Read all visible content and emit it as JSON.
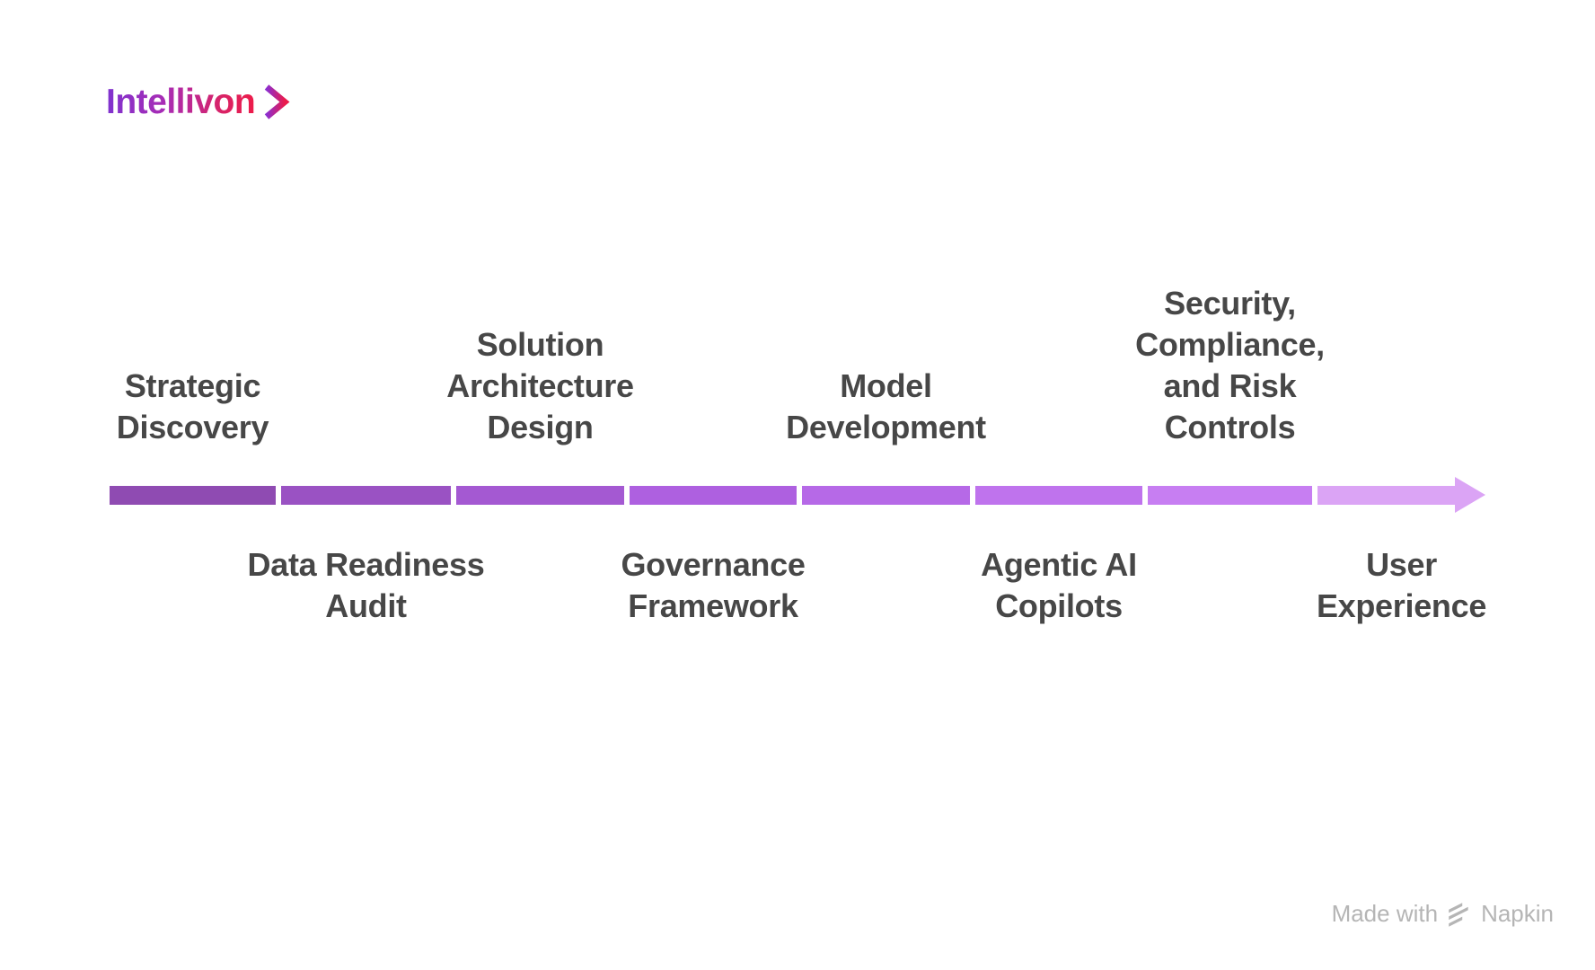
{
  "brand": {
    "name": "Intellivon",
    "chevron_icon": "chevron-right",
    "gradient_start": "#7F33CF",
    "gradient_end": "#ED1B49"
  },
  "timeline": {
    "direction": "left-to-right",
    "bar_gap_color": "#ffffff",
    "label_color": "#474747",
    "phases": [
      {
        "label": "Strategic Discovery",
        "lines": [
          "Strategic",
          "Discovery"
        ],
        "position": "above",
        "color": "#8F4BB2"
      },
      {
        "label": "Data Readiness Audit",
        "lines": [
          "Data Readiness",
          "Audit"
        ],
        "position": "below",
        "color": "#9A52C3"
      },
      {
        "label": "Solution Architecture Design",
        "lines": [
          "Solution",
          "Architecture",
          "Design"
        ],
        "position": "above",
        "color": "#A459D2"
      },
      {
        "label": "Governance Framework",
        "lines": [
          "Governance",
          "Framework"
        ],
        "position": "below",
        "color": "#AE60E0"
      },
      {
        "label": "Model Development",
        "lines": [
          "Model",
          "Development"
        ],
        "position": "above",
        "color": "#B669E7"
      },
      {
        "label": "Agentic AI Copilots",
        "lines": [
          "Agentic AI",
          "Copilots"
        ],
        "position": "below",
        "color": "#BF73ED"
      },
      {
        "label": "Security, Compliance, and Risk Controls",
        "lines": [
          "Security,",
          "Compliance,",
          "and Risk",
          "Controls"
        ],
        "position": "above",
        "color": "#C77EF2"
      },
      {
        "label": "User Experience",
        "lines": [
          "User",
          "Experience"
        ],
        "position": "below",
        "color": "#DBA4F5"
      }
    ],
    "arrowhead_color": "#DBA4F5"
  },
  "watermark": {
    "text_prefix": "Made with",
    "brand": "Napkin",
    "color": "#b5b5b5"
  }
}
